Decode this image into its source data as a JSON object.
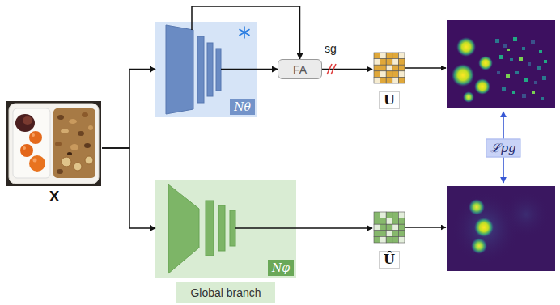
{
  "diagram": {
    "nodes": [
      {
        "text": [
          "X"
        ]
      },
      {
        "text": [
          "Nθ"
        ]
      },
      {
        "text": [
          "FA"
        ]
      },
      {
        "text": [
          "U"
        ]
      },
      {
        "text": [
          "Nφ"
        ]
      },
      {
        "text": [
          "Global branch"
        ]
      },
      {
        "text": [
          "Û"
        ]
      }
    ],
    "edges": [
      {
        "from": 0,
        "to": 1,
        "arrow": "to"
      },
      {
        "from": 0,
        "to": 4,
        "arrow": "to"
      },
      {
        "from": 1,
        "to": 2,
        "arrow": "to"
      },
      {
        "from": 1,
        "to": 2,
        "arrow": "to"
      },
      {
        "from": 2,
        "to": 3,
        "arrow": "to",
        "label": "sg"
      },
      {
        "from": 4,
        "to": 6,
        "arrow": "to"
      }
    ],
    "labels": [
      "ℒpg"
    ]
  }
}
